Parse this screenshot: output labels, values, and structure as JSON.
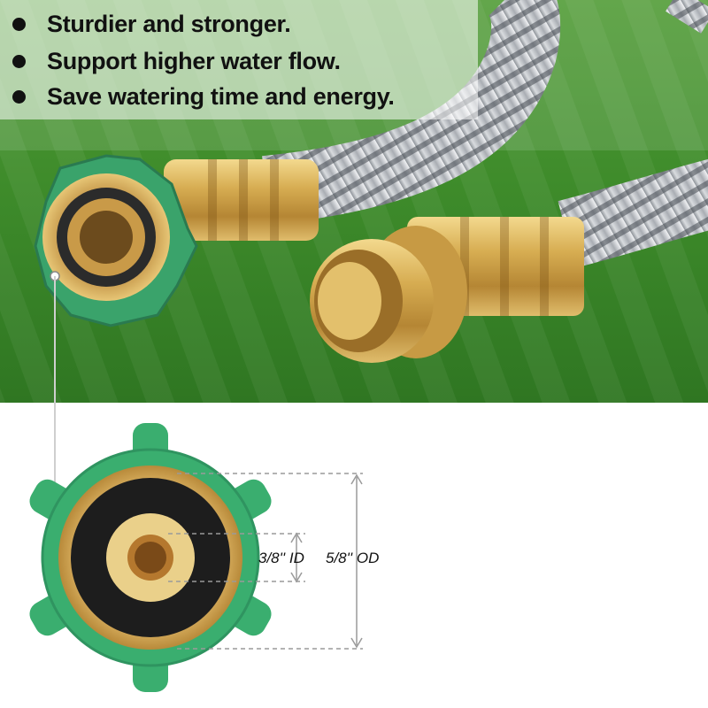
{
  "bullets": [
    "Sturdier and stronger.",
    "Support higher water flow.",
    "Save watering time and energy."
  ],
  "dimensions": {
    "inner_diameter": "3/8'' ID",
    "outer_diameter": "5/8'' OD"
  },
  "colors": {
    "grass": "#3f8a2c",
    "grass_light": "#6cb645",
    "brass": "#d4a84b",
    "connector_green": "#3cad74",
    "hose_steel": "#b8bcc2"
  }
}
